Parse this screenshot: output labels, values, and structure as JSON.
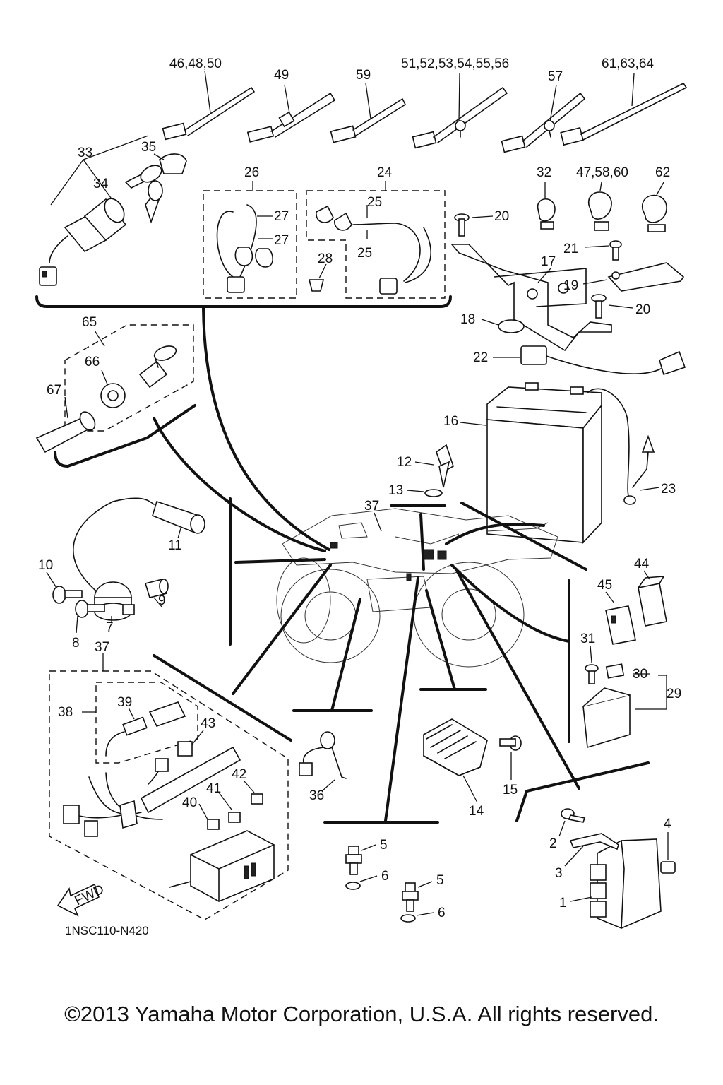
{
  "diagram": {
    "code": "1NSC110-N420",
    "fwd_label": "FWD",
    "copyright": "©2013 Yamaha Motor Corporation, U.S.A. All rights reserved."
  },
  "callouts": {
    "c46_48_50": "46,48,50",
    "c49": "49",
    "c59": "59",
    "c51_56": "51,52,53,54,55,56",
    "c57": "57",
    "c61_63_64": "61,63,64",
    "c33": "33",
    "c35": "35",
    "c34": "34",
    "c26": "26",
    "c24": "24",
    "c25a": "25",
    "c25b": "25",
    "c27a": "27",
    "c27b": "27",
    "c28": "28",
    "c32": "32",
    "c47_58_60": "47,58,60",
    "c62": "62",
    "c20a": "20",
    "c21": "21",
    "c17": "17",
    "c19": "19",
    "c20b": "20",
    "c18": "18",
    "c65": "65",
    "c66": "66",
    "c67": "67",
    "c22": "22",
    "c16": "16",
    "c12": "12",
    "c13": "13",
    "c23": "23",
    "c37a": "37",
    "c11": "11",
    "c10": "10",
    "c9": "9",
    "c7": "7",
    "c8": "8",
    "c44": "44",
    "c45": "45",
    "c31": "31",
    "c30": "30",
    "c29": "29",
    "c37b": "37",
    "c38": "38",
    "c39": "39",
    "c43": "43",
    "c42": "42",
    "c41": "41",
    "c40": "40",
    "c36": "36",
    "c15": "15",
    "c14": "14",
    "c5a": "5",
    "c6a": "6",
    "c5b": "5",
    "c6b": "6",
    "c4": "4",
    "c2": "2",
    "c3": "3",
    "c1": "1"
  }
}
